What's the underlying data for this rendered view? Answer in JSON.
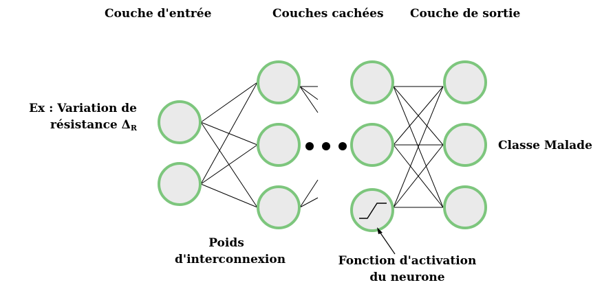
{
  "layers": {
    "input_title": "Couche d'entrée",
    "hidden_title": "Couches cachées",
    "output_title": "Couche de sortie"
  },
  "input_example": {
    "line1": "Ex : Variation de",
    "line2_prefix": "résistance Δ",
    "line2_subscript": "R"
  },
  "output_class": "Classe  Malade",
  "weights_label": {
    "line1": "Poids",
    "line2": "d'interconnexion"
  },
  "activation_label": {
    "line1": "Fonction d'activation",
    "line2": "du neurone"
  },
  "colors": {
    "neuron_fill": "#eaeaea",
    "neuron_stroke": "#7dc67d",
    "line": "#000000"
  }
}
